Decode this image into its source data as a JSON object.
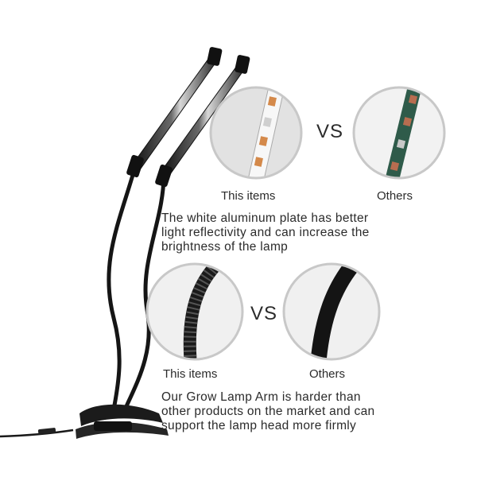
{
  "comparison_1": {
    "left_label": "This items",
    "vs_label": "VS",
    "right_label": "Others",
    "caption_lines": [
      "The white aluminum plate has better",
      "light reflectivity and can increase the",
      "brightness of the lamp"
    ]
  },
  "comparison_2": {
    "left_label": "This items",
    "vs_label": "VS",
    "right_label": "Others",
    "caption_lines": [
      "Our Grow Lamp Arm is harder than",
      "other products on the market and can",
      "support the lamp head more firmly"
    ]
  },
  "colors": {
    "text": "#2b2b2b",
    "circle_border": "#c8c8c8",
    "lamp_body": "#1a1a1a",
    "led_amber": "#d4894a",
    "pcb_green": "#2f5b4a"
  }
}
